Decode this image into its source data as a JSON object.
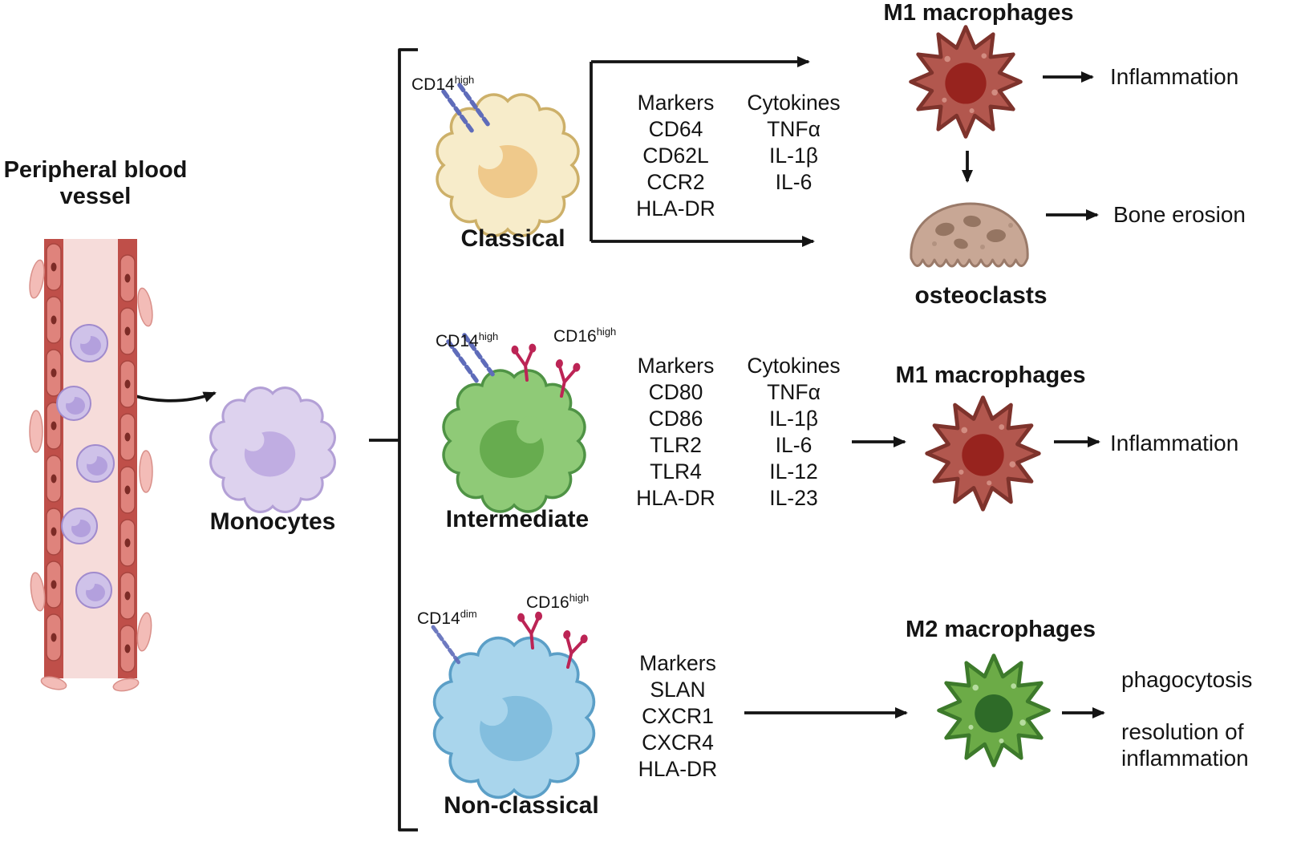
{
  "labels": {
    "vessel": "Peripheral blood vessel",
    "monocytes": "Monocytes"
  },
  "subsets": [
    {
      "name": "Classical",
      "receptor1": {
        "base": "CD14",
        "sup": "high"
      },
      "markers": {
        "header": "Markers",
        "items": [
          "CD64",
          "CD62L",
          "CCR2",
          "HLA-DR"
        ]
      },
      "cytokines": {
        "header": "Cytokines",
        "items": [
          "TNFα",
          "IL-1β",
          "IL-6"
        ]
      }
    },
    {
      "name": "Intermediate",
      "receptor1": {
        "base": "CD14",
        "sup": "high"
      },
      "receptor2": {
        "base": "CD16",
        "sup": "high"
      },
      "markers": {
        "header": "Markers",
        "items": [
          "CD80",
          "CD86",
          "TLR2",
          "TLR4",
          "HLA-DR"
        ]
      },
      "cytokines": {
        "header": "Cytokines",
        "items": [
          "TNFα",
          "IL-1β",
          "IL-6",
          "IL-12",
          "IL-23"
        ]
      }
    },
    {
      "name": "Non-classical",
      "receptor1": {
        "base": "CD14",
        "sup": "dim"
      },
      "receptor2": {
        "base": "CD16",
        "sup": "high"
      },
      "markers": {
        "header": "Markers",
        "items": [
          "SLAN",
          "CXCR1",
          "CXCR4",
          "HLA-DR"
        ]
      }
    }
  ],
  "outcomes": {
    "m1_top": {
      "title": "M1 macrophages",
      "effect": "Inflammation"
    },
    "osteoclasts": {
      "title": "osteoclasts",
      "effect": "Bone erosion"
    },
    "m1_mid": {
      "title": "M1 macrophages",
      "effect": "Inflammation"
    },
    "m2": {
      "title": "M2 macrophages",
      "effect1": "phagocytosis",
      "effect2": "resolution of inflammation"
    }
  },
  "colors": {
    "classical_cell": "#f7ecca",
    "intermediate_cell": "#8fca77",
    "nonclassical_cell": "#a9d5ec",
    "monocyte_cell": "#ddd2ee",
    "m1_macrophage": "#b2574e",
    "m2_macrophage": "#6cab47",
    "osteoclast": "#c8a795",
    "vessel_wall": "#bf4f49",
    "cd14_receptor": "#5f6cba",
    "cd16_receptor": "#bc2455",
    "arrow": "#141414"
  }
}
